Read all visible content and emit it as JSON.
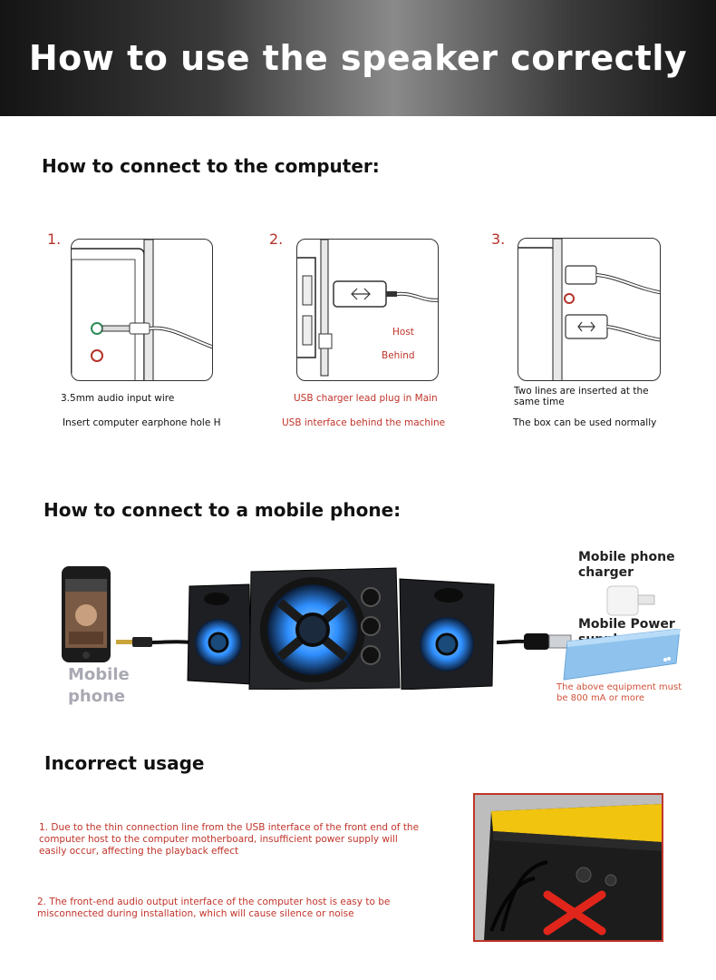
{
  "banner": {
    "title": "How to use the speaker correctly"
  },
  "computer": {
    "heading": "How to connect to the computer:",
    "steps": [
      {
        "num": "1.",
        "caption_top": "3.5mm audio input wire",
        "caption_bottom": "Insert computer earphone hole H"
      },
      {
        "num": "2.",
        "caption_top": "USB charger lead plug in Main",
        "caption_bottom": "USB interface behind the machine",
        "label_host": "Host",
        "label_behind": "Behind"
      },
      {
        "num": "3.",
        "caption_top": "Two lines are inserted at the same time",
        "caption_bottom": "The box can be used normally"
      }
    ]
  },
  "mobile": {
    "heading": "How to connect to a mobile phone:",
    "phone_label": "Mobile phone",
    "charger_label": "Mobile phone charger",
    "power_label": "Mobile Power supply",
    "requirement": "The above equipment must be 800 mA or more"
  },
  "incorrect": {
    "heading": "Incorrect usage",
    "point1": "1. Due to the thin connection line from the USB interface of the front end of the computer host to the computer motherboard, insufficient power supply will easily occur, affecting the playback effect",
    "point2": "2. The front-end audio output interface of the computer host is easy to be misconnected during installation, which will cause silence or noise"
  },
  "colors": {
    "accent_red": "#c0342a",
    "led_blue": "#2f8fff",
    "warning_yellow": "#f1c40f"
  }
}
